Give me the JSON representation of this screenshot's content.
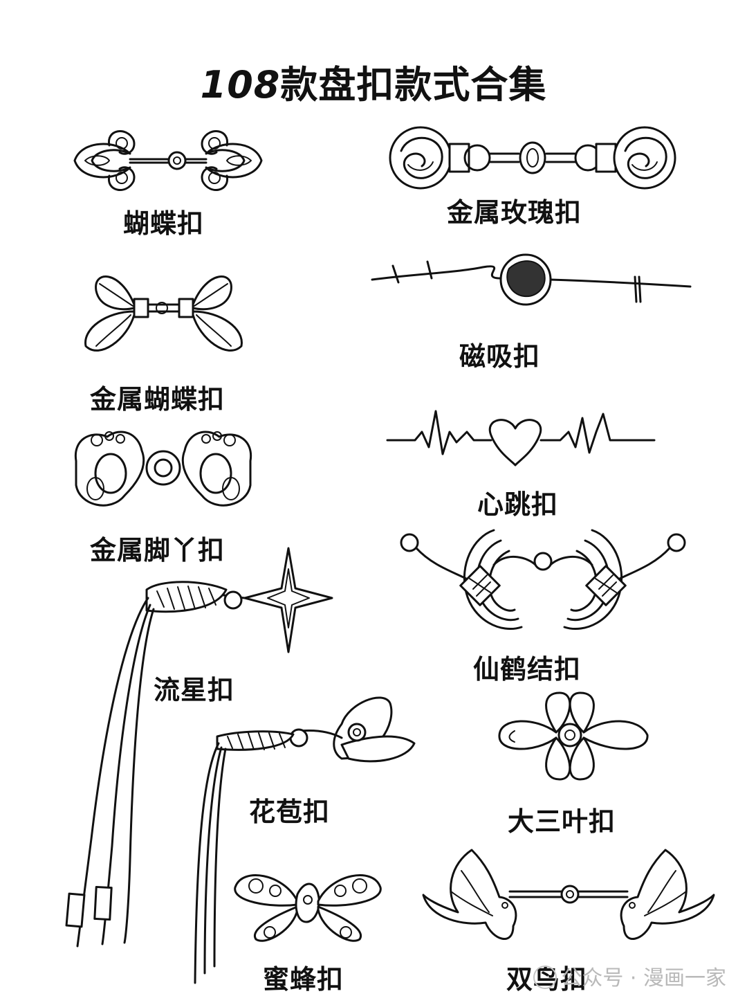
{
  "title": {
    "number": "108",
    "text": "款盘扣款式合集"
  },
  "items": [
    {
      "id": "butterfly",
      "label": "蝴蝶扣"
    },
    {
      "id": "metal-rose",
      "label": "金属玫瑰扣"
    },
    {
      "id": "metal-butterfly",
      "label": "金属蝴蝶扣"
    },
    {
      "id": "magnetic",
      "label": "磁吸扣"
    },
    {
      "id": "heartbeat",
      "label": "心跳扣"
    },
    {
      "id": "metal-foot",
      "label": "金属脚丫扣"
    },
    {
      "id": "crane-knot",
      "label": "仙鹤结扣"
    },
    {
      "id": "meteor",
      "label": "流星扣"
    },
    {
      "id": "flower-bud",
      "label": "花苞扣"
    },
    {
      "id": "big-trefoil",
      "label": "大三叶扣"
    },
    {
      "id": "bee",
      "label": "蜜蜂扣"
    },
    {
      "id": "double-bird",
      "label": "双鸟扣"
    }
  ],
  "watermark": {
    "icon": "wechat-icon",
    "text": "公众号 · 漫画一家"
  }
}
